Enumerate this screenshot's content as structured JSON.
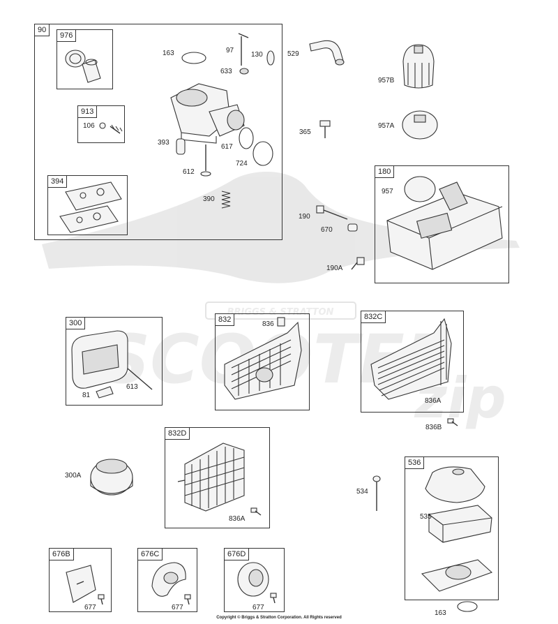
{
  "watermark": {
    "word": "SCOOTER",
    "script_word": "zip",
    "brand_plate": "BRIGGS & STRATTON"
  },
  "copyright": "Copyright © Briggs & Stratton Corporation. All Rights reserved",
  "groups": [
    {
      "id": "g90",
      "tag": "90"
    },
    {
      "id": "g976",
      "tag": "976"
    },
    {
      "id": "g913",
      "tag": "913"
    },
    {
      "id": "g394",
      "tag": "394"
    },
    {
      "id": "g180",
      "tag": "180"
    },
    {
      "id": "g300",
      "tag": "300"
    },
    {
      "id": "g832",
      "tag": "832"
    },
    {
      "id": "g832c",
      "tag": "832C"
    },
    {
      "id": "g832d",
      "tag": "832D"
    },
    {
      "id": "g536",
      "tag": "536"
    },
    {
      "id": "g676b",
      "tag": "676B"
    },
    {
      "id": "g676c",
      "tag": "676C"
    },
    {
      "id": "g676d",
      "tag": "676D"
    }
  ],
  "labels": [
    {
      "id": "l163a",
      "text": "163"
    },
    {
      "id": "l97",
      "text": "97"
    },
    {
      "id": "l130",
      "text": "130"
    },
    {
      "id": "l633",
      "text": "633"
    },
    {
      "id": "l106",
      "text": "106"
    },
    {
      "id": "l393",
      "text": "393"
    },
    {
      "id": "l617",
      "text": "617"
    },
    {
      "id": "l724",
      "text": "724"
    },
    {
      "id": "l612",
      "text": "612"
    },
    {
      "id": "l390",
      "text": "390"
    },
    {
      "id": "l529",
      "text": "529"
    },
    {
      "id": "l957b",
      "text": "957B"
    },
    {
      "id": "l365",
      "text": "365"
    },
    {
      "id": "l957a",
      "text": "957A"
    },
    {
      "id": "l957",
      "text": "957"
    },
    {
      "id": "l190",
      "text": "190"
    },
    {
      "id": "l670",
      "text": "670"
    },
    {
      "id": "l190a",
      "text": "190A"
    },
    {
      "id": "l836",
      "text": "836"
    },
    {
      "id": "l81",
      "text": "81"
    },
    {
      "id": "l613",
      "text": "613"
    },
    {
      "id": "l836a1",
      "text": "836A"
    },
    {
      "id": "l836b",
      "text": "836B"
    },
    {
      "id": "l300a",
      "text": "300A"
    },
    {
      "id": "l836a2",
      "text": "836A"
    },
    {
      "id": "l534",
      "text": "534"
    },
    {
      "id": "l535",
      "text": "535"
    },
    {
      "id": "l677a",
      "text": "677"
    },
    {
      "id": "l677b",
      "text": "677"
    },
    {
      "id": "l677c",
      "text": "677"
    },
    {
      "id": "l163b",
      "text": "163"
    }
  ]
}
